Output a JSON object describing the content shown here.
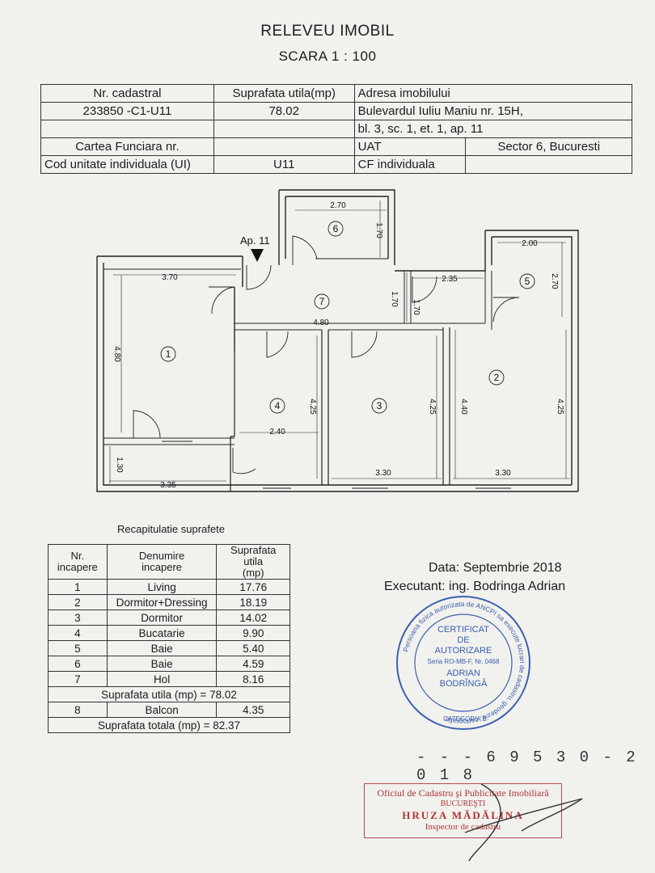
{
  "header": {
    "title": "RELEVEU IMOBIL",
    "scale": "SCARA  1 : 100"
  },
  "info_table": {
    "nr_cadastral_label": "Nr. cadastral",
    "nr_cadastral_value": "233850 -C1-U11",
    "suprafata_label": "Suprafata utila(mp)",
    "suprafata_value": "78.02",
    "adresa_label": "Adresa imobilului",
    "adresa_line1": "Bulevardul Iuliu Maniu nr. 15H,",
    "adresa_line2": "bl. 3, sc. 1, et. 1, ap. 11",
    "carte_label": "Cartea Funciara nr.",
    "uat_label": "UAT",
    "uat_value": "Sector 6, Bucuresti",
    "cod_label": "Cod unitate individuala (UI)",
    "cod_value": "U11",
    "cf_label": "CF individuala"
  },
  "plan": {
    "apartment_label": "Ap. 11",
    "rooms": [
      "1",
      "2",
      "3",
      "4",
      "5",
      "6",
      "7"
    ],
    "dimensions": {
      "d_6_w": "2.70",
      "d_6_h": "1.70",
      "d_5_w": "2.00",
      "d_5_h": "2.70",
      "d_1_w": "3.70",
      "d_1_h": "4.80",
      "d_7_w": "2.35",
      "d_7_h1": "1.70",
      "d_7_h2": "1.70",
      "d_7_w2": "4.80",
      "d_4_w": "2.40",
      "d_4_h": "4.25",
      "d_3_w": "3.30",
      "d_3_h": "4.25",
      "d_2_w": "3.30",
      "d_2_h1": "4.40",
      "d_2_h2": "4.25",
      "d_bal_w": "3.35",
      "d_bal_h": "1.30"
    }
  },
  "recap": {
    "title": "Recapitulatie suprafete",
    "headers": [
      "Nr.\nincapere",
      "Denumire\nincapere",
      "Suprafata utila\n(mp)"
    ],
    "rows": [
      {
        "nr": "1",
        "name": "Living",
        "area": "17.76"
      },
      {
        "nr": "2",
        "name": "Dormitor+Dressing",
        "area": "18.19"
      },
      {
        "nr": "3",
        "name": "Dormitor",
        "area": "14.02"
      },
      {
        "nr": "4",
        "name": "Bucatarie",
        "area": "9.90"
      },
      {
        "nr": "5",
        "name": "Baie",
        "area": "5.40"
      },
      {
        "nr": "6",
        "name": "Baie",
        "area": "4.59"
      },
      {
        "nr": "7",
        "name": "Hol",
        "area": "8.16"
      }
    ],
    "subtotal": "Suprafata utila (mp) = 78.02",
    "balcon": {
      "nr": "8",
      "name": "Balcon",
      "area": "4.35"
    },
    "total": "Suprafata totala (mp) = 82.37"
  },
  "footer": {
    "date": "Data: Septembrie 2018",
    "executant": "Executant: ing. Bodringa  Adrian",
    "stamp_ring": "Persoana fizica autorizata de ANCPI sa execute lucrari de cadastru, geodezie, cartografie",
    "stamp_l1": "CERTIFICAT",
    "stamp_l2": "DE",
    "stamp_l3": "AUTORIZARE",
    "stamp_l4": "Seria RO-MB-F, Nr. 0468",
    "stamp_l5": "ADRIAN",
    "stamp_l6": "BODRÎNGĂ",
    "stamp_cat": "CATEGORIA B",
    "reg_number": "- - - 6 9 5 3 0 - 2 0 1 8",
    "ocpi_l1": "Oficiul de Cadastru şi Publicitate Imobiliară",
    "ocpi_l2": "BUCUREŞTI",
    "ocpi_l3": "HRUZA MĂDĂLINA",
    "ocpi_l4": "Inspector de cadastru"
  },
  "colors": {
    "paper": "#f1f1ee",
    "ink": "#1c1c1c",
    "stamp_blue": "#3b5fae",
    "stamp_red": "#b03535"
  }
}
